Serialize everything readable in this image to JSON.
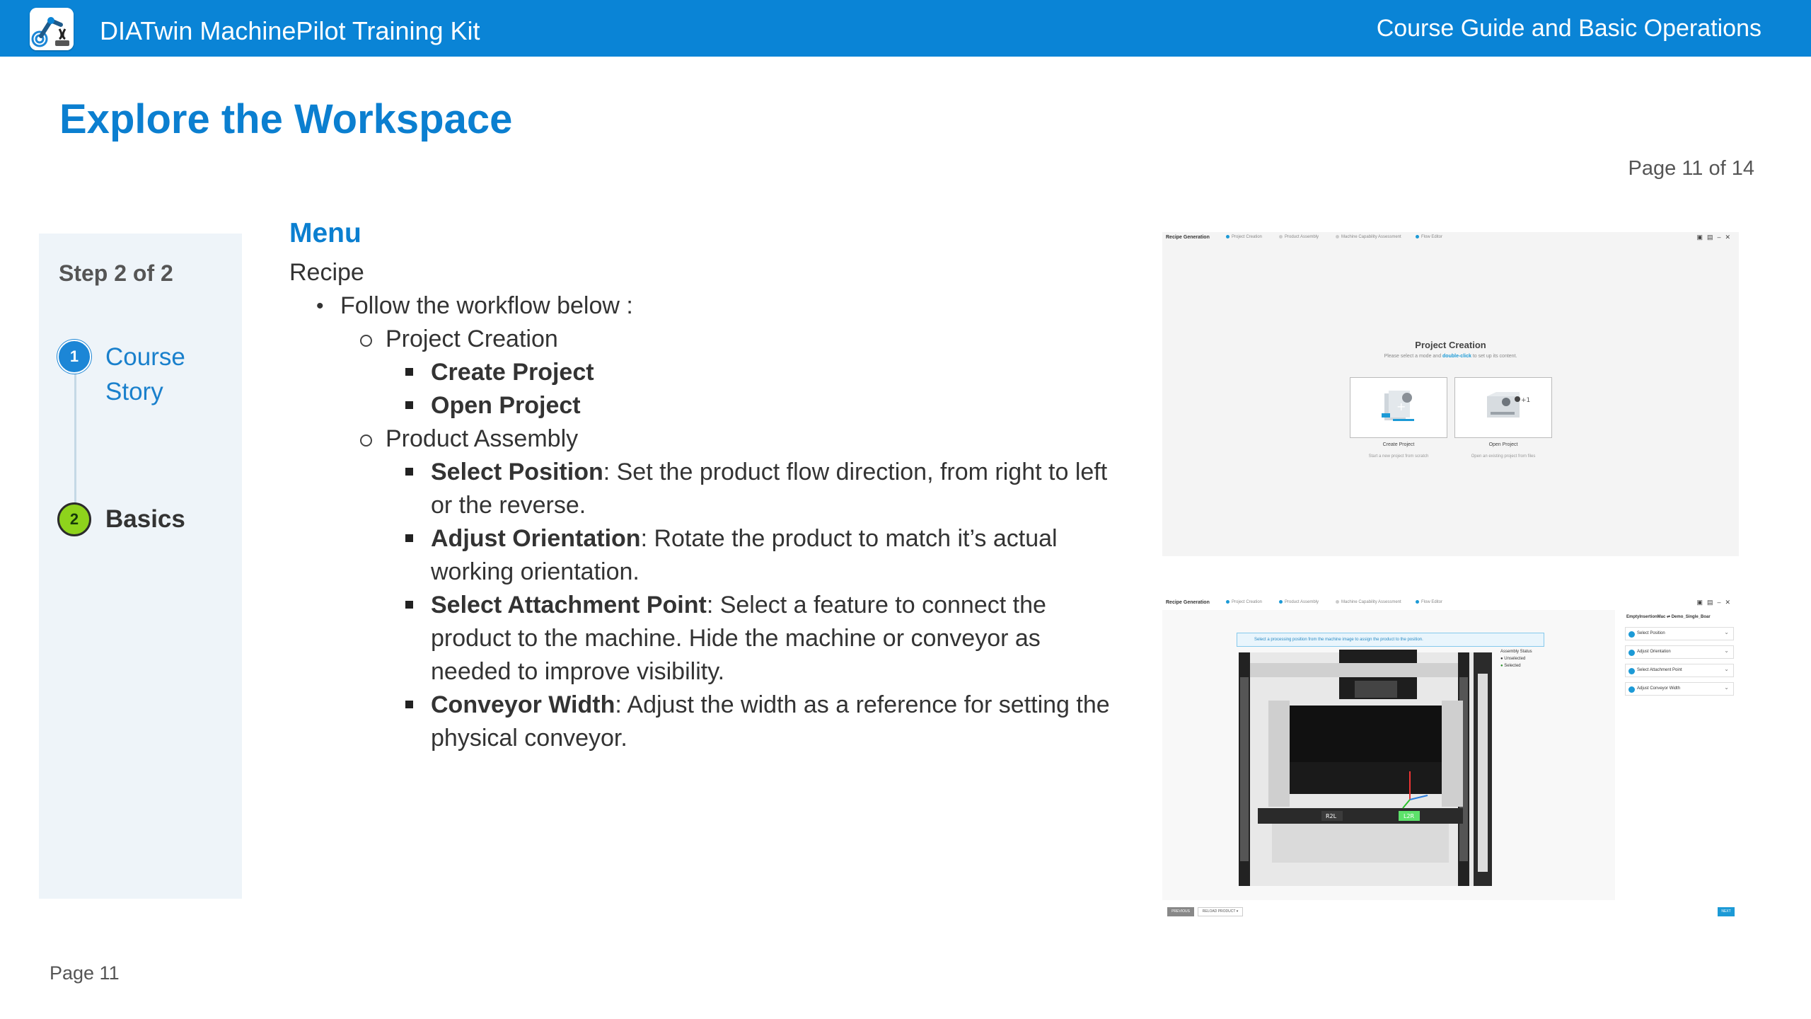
{
  "header": {
    "app_title": "DIATwin MachinePilot Training Kit",
    "course_title": "Course Guide and Basic Operations",
    "logo_icon": "robot-arm-icon",
    "bar_color": "#0a84d6"
  },
  "page": {
    "heading": "Explore the Workspace",
    "counter": "Page 11 of 14",
    "footer": "Page 11"
  },
  "steps": {
    "header": "Step 2 of 2",
    "items": [
      {
        "number": "1",
        "label": "Course Story",
        "state": "completed"
      },
      {
        "number": "2",
        "label": "Basics",
        "state": "current"
      }
    ]
  },
  "content": {
    "section_title": "Menu",
    "intro": "Recipe",
    "workflow": "Follow the workflow below :",
    "groups": [
      {
        "title": "Project Creation",
        "items": [
          {
            "bold": "Create Project",
            "text": ""
          },
          {
            "bold": "Open Project",
            "text": ""
          }
        ]
      },
      {
        "title": "Product Assembly",
        "items": [
          {
            "bold": "Select Position",
            "text": ": Set the product flow direction, from right to left or the reverse."
          },
          {
            "bold": "Adjust Orientation",
            "text": ": Rotate the product to match it’s actual working orientation."
          },
          {
            "bold": "Select Attachment Point",
            "text": ": Select a feature to connect the product to the machine. Hide the machine or conveyor as needed to improve visibility."
          },
          {
            "bold": "Conveyor Width",
            "text": ": Adjust the width as a reference for setting the physical conveyor."
          }
        ]
      }
    ]
  },
  "screenshot1": {
    "title": "Recipe Generation",
    "steps": [
      "Project Creation",
      "Product Assembly",
      "Machine Capability Assessment",
      "Flow Editor"
    ],
    "heading": "Project Creation",
    "subtitle_pre": "Please select a mode and ",
    "subtitle_link": "double-click",
    "subtitle_post": " to set up its content.",
    "cards": [
      {
        "label": "Create Project",
        "sub": "Start a new project from scratch",
        "icon": "create-project-icon"
      },
      {
        "label": "Open Project",
        "sub": "Open an existing project from files",
        "icon": "open-project-icon"
      }
    ]
  },
  "screenshot2": {
    "title": "Recipe Generation",
    "steps": [
      "Project Creation",
      "Product Assembly",
      "Machine Capability Assessment",
      "Flow Editor"
    ],
    "banner": "Select a processing position from the machine image to assign the product to the position.",
    "status_title": "Assembly Status",
    "status_items": [
      "Unselected",
      "Selected"
    ],
    "file_name": "EmptyInsertionMac ⇌ Demo_Single_Boar",
    "panel_items": [
      "Select Position",
      "Adjust Orientation",
      "Select Attachment Point",
      "Adjust Conveyor Width"
    ],
    "label_left": "R2L",
    "label_right": "L2R",
    "buttons": {
      "previous": "PREVIOUS",
      "reload": "RELOAD PRODUCT ▾",
      "next": "NEXT"
    }
  }
}
